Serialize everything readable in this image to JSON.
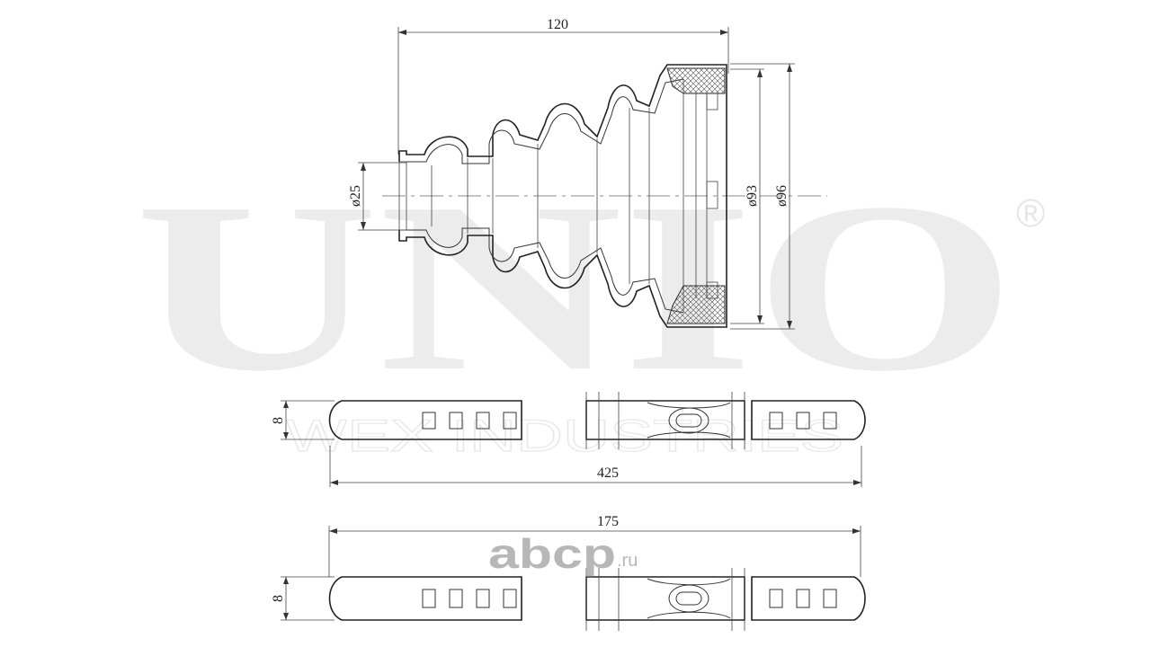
{
  "watermark": {
    "brand": "UNIO",
    "registered_mark": "®",
    "subtitle": "WEX INDUSTRIES"
  },
  "boot": {
    "length_dim": "120",
    "small_diameter_dim": "ø25",
    "inner_large_diameter_dim": "ø93",
    "outer_large_diameter_dim": "ø96"
  },
  "strap_long": {
    "width_dim": "8",
    "length_dim": "425"
  },
  "strap_short": {
    "width_dim": "8",
    "length_dim": "175"
  },
  "site_logo": {
    "name": "abcp",
    "tld": ".ru"
  }
}
